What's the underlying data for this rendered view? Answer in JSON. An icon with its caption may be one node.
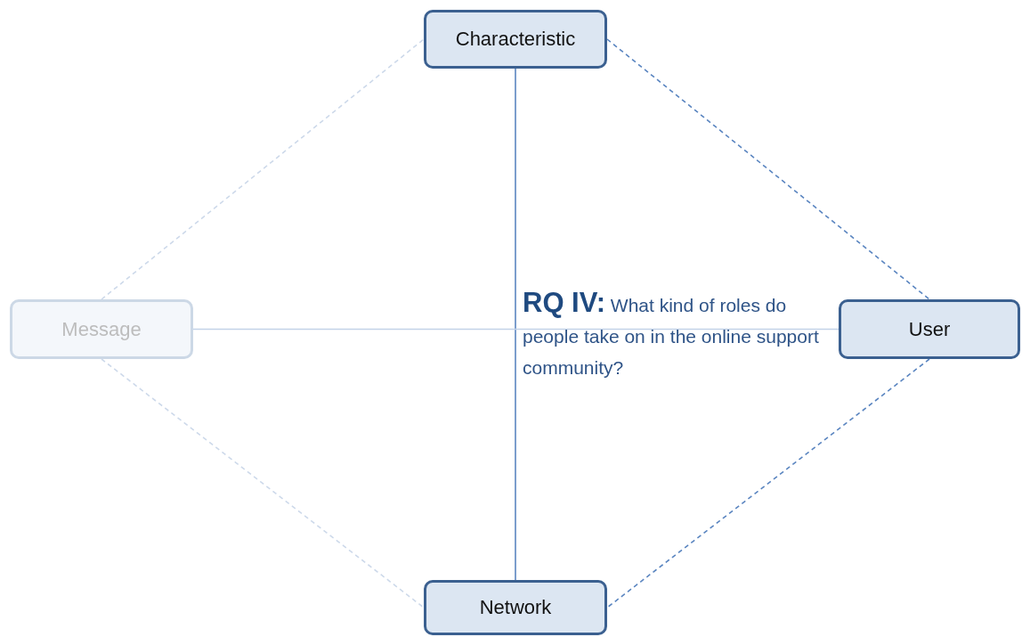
{
  "diagram": {
    "nodes": [
      {
        "text": [
          "Characteristic"
        ]
      },
      {
        "text": [
          "Message"
        ]
      },
      {
        "text": [
          "User"
        ]
      },
      {
        "text": [
          "Network"
        ]
      }
    ],
    "edges": [
      {
        "from": 1,
        "to": 0,
        "arrow": "none",
        "style": "dashed",
        "color": "#cdd9ea"
      },
      {
        "from": 0,
        "to": 2,
        "arrow": "none",
        "style": "dashed"
      },
      {
        "from": 0,
        "to": 3,
        "arrow": "none"
      },
      {
        "from": 1,
        "to": 2,
        "arrow": "none",
        "color": "#c3d3e8"
      },
      {
        "from": 1,
        "to": 3,
        "arrow": "none",
        "style": "dashed",
        "color": "#cdd9ea"
      },
      {
        "from": 2,
        "to": 3,
        "arrow": "none",
        "style": "dashed"
      }
    ],
    "labels": [
      "**RQ IV:** What kind of roles do people take on in the online support community?"
    ]
  }
}
